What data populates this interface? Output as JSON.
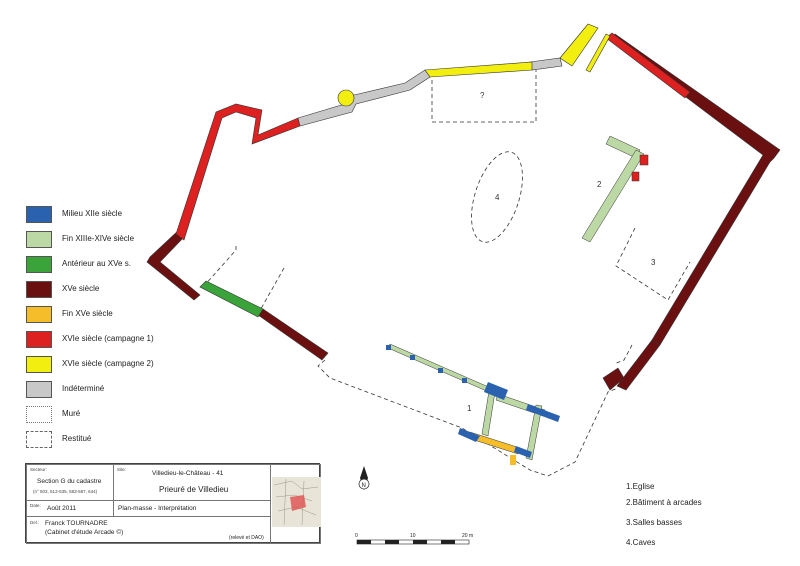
{
  "legend": [
    {
      "label": "Milieu XIIe siècle",
      "color": "#2b62b0"
    },
    {
      "label": "Fin XIIIe-XIVe siècle",
      "color": "#bcd8a4"
    },
    {
      "label": "Antérieur au XVe s.",
      "color": "#3aa33a"
    },
    {
      "label": "XVe siècle",
      "color": "#6b1010"
    },
    {
      "label": "Fin XVe siècle",
      "color": "#f5bd2a"
    },
    {
      "label": "XVIe siècle (campagne 1)",
      "color": "#dd2020"
    },
    {
      "label": "XVIe siècle (campagne 2)",
      "color": "#f2ee10"
    },
    {
      "label": "Indéterminé",
      "color": "#c8c8c8"
    },
    {
      "label": "Muré",
      "color": "#ffffff"
    },
    {
      "label": "Restitué",
      "color": "#ffffff"
    }
  ],
  "plan_labels": {
    "unknown": "?",
    "caves": "4",
    "batiment": "2",
    "salles": "3",
    "eglise": "1"
  },
  "key": [
    "1.Eglise",
    "2.Bâtiment à arcades",
    "3.Salles basses",
    "4.Caves"
  ],
  "north": "N",
  "scale": {
    "ticks": [
      "0",
      "10",
      "20 m"
    ]
  },
  "cartouche": {
    "secteur_label": "Secteur:",
    "secteur": "Section G du cadastre",
    "parcelles": "(n° 503, 512-535, 583-587, 644)",
    "site_label": "Site:",
    "site": "Villedieu-le-Château  -  41",
    "titre": "Prieuré de Villedieu",
    "date_label": "Date:",
    "date": "Août 2011",
    "objet": "Plan-masse - Interprétation",
    "dessin_label": "Del.:",
    "auteur": "Franck TOURNADRE",
    "cabinet": "(Cabinet d'étude Arcade ©)",
    "releve": "(relevé et DAO)"
  }
}
